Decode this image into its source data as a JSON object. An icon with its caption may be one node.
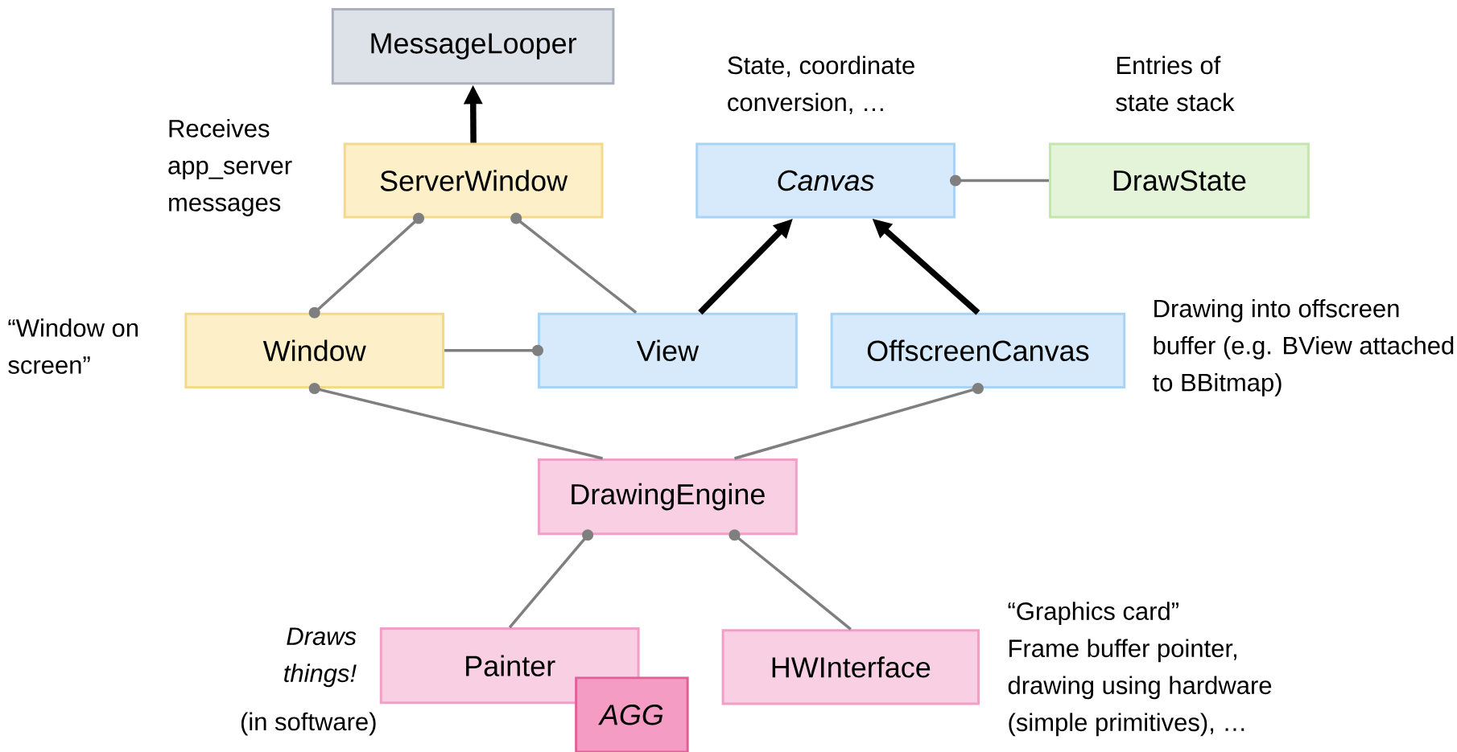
{
  "diagram": {
    "nodes": [
      {
        "text": [
          "MessageLooper"
        ]
      },
      {
        "text": [
          "ServerWindow"
        ],
        "beside": [
          "Receives app_server messages"
        ]
      },
      {
        "text": [
          "Canvas"
        ],
        "beside": [
          "State, coordinate conversion, …"
        ]
      },
      {
        "text": [
          "DrawState"
        ],
        "beside": [
          "Entries of state stack"
        ]
      },
      {
        "text": [
          "Window"
        ],
        "beside": [
          "“Window on screen”"
        ]
      },
      {
        "text": [
          "View"
        ]
      },
      {
        "text": [
          "OffscreenCanvas"
        ],
        "beside": [
          "Drawing into offscreen buffer (e.g. BView attached to BBitmap)"
        ]
      },
      {
        "text": [
          "DrawingEngine"
        ]
      },
      {
        "text": [
          "Painter"
        ],
        "beside": [
          "Draws things!",
          "(in software)"
        ]
      },
      {
        "text": [
          "HWInterface"
        ],
        "beside": [
          "“Graphics card”",
          "Frame buffer pointer, drawing using hardware (simple primitives), …"
        ]
      },
      {
        "text": [
          "AGG"
        ]
      }
    ],
    "edges": [
      {
        "from": 1,
        "to": 0,
        "arrow": "to",
        "style": "thick",
        "color": "#000000"
      },
      {
        "from": 4,
        "to": 1,
        "arrow": "other"
      },
      {
        "from": 5,
        "to": 1,
        "arrow": "other"
      },
      {
        "from": 5,
        "to": 2,
        "arrow": "to",
        "style": "thick",
        "color": "#000000"
      },
      {
        "from": 6,
        "to": 2,
        "arrow": "to",
        "style": "thick",
        "color": "#000000"
      },
      {
        "from": 3,
        "to": 2,
        "arrow": "other"
      },
      {
        "from": 4,
        "to": 5,
        "arrow": "other"
      },
      {
        "from": 7,
        "to": 4,
        "arrow": "other"
      },
      {
        "from": 7,
        "to": 6,
        "arrow": "other"
      },
      {
        "from": 8,
        "to": 7,
        "arrow": "other"
      },
      {
        "from": 9,
        "to": 7,
        "arrow": "other"
      }
    ]
  }
}
